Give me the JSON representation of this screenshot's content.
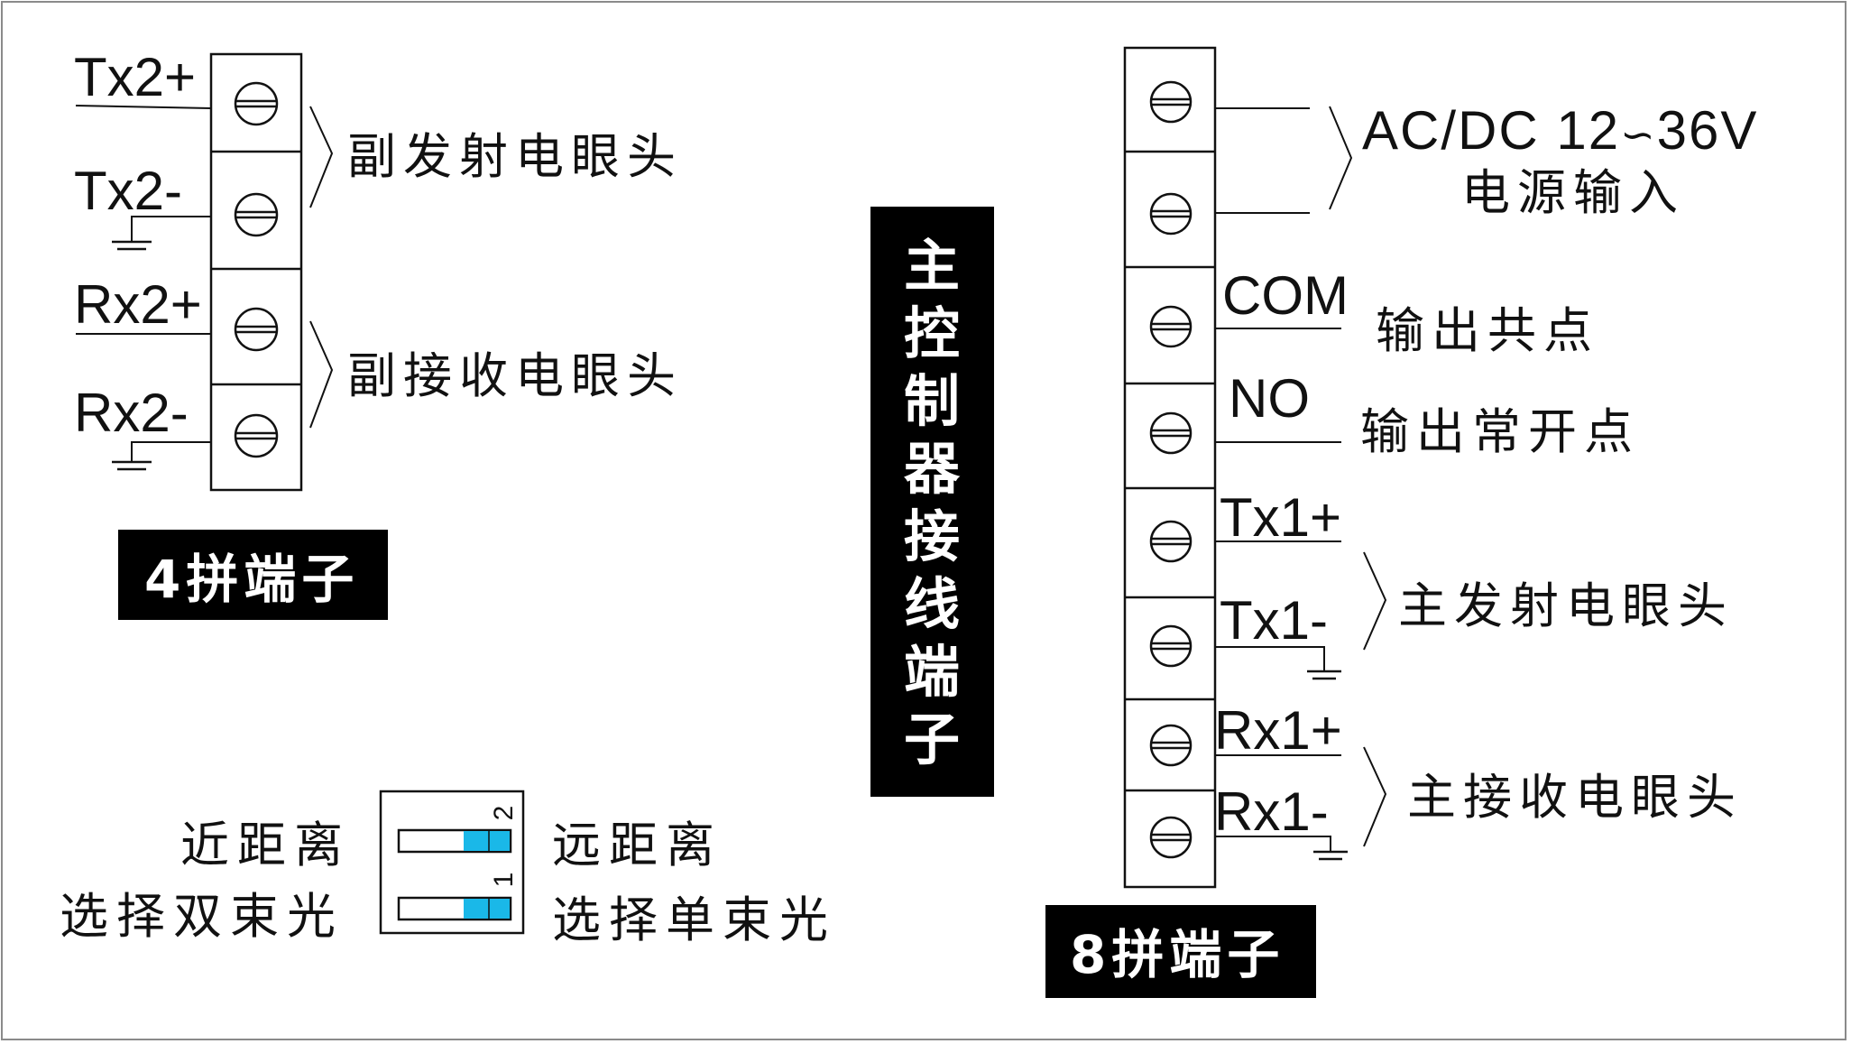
{
  "diagram": {
    "main_title": "主控制器接线端子",
    "block4": {
      "badge": "4拼端子",
      "wire_labels": [
        "Tx2+",
        "Tx2-",
        "Rx2+",
        "Rx2-"
      ],
      "descriptions": [
        "副发射电眼头",
        "副接收电眼头"
      ]
    },
    "block8": {
      "badge": "8拼端子",
      "wire_labels": [
        "COM",
        "NO",
        "Tx1+",
        "Tx1-",
        "Rx1+",
        "Rx1-"
      ],
      "power_line1": "AC/DC 12",
      "power_tilde": "∽",
      "power_line1_end": "36V",
      "power_line2": "电源输入",
      "descriptions": [
        "输出共点",
        "输出常开点",
        "主发射电眼头",
        "主接收电眼头"
      ]
    },
    "dip_switch": {
      "left_labels": [
        "近距离",
        "选择双束光"
      ],
      "right_labels": [
        "远距离",
        "选择单束光"
      ],
      "numbers": [
        "2",
        "1"
      ],
      "toggle_color": "#1ab8e8"
    }
  }
}
